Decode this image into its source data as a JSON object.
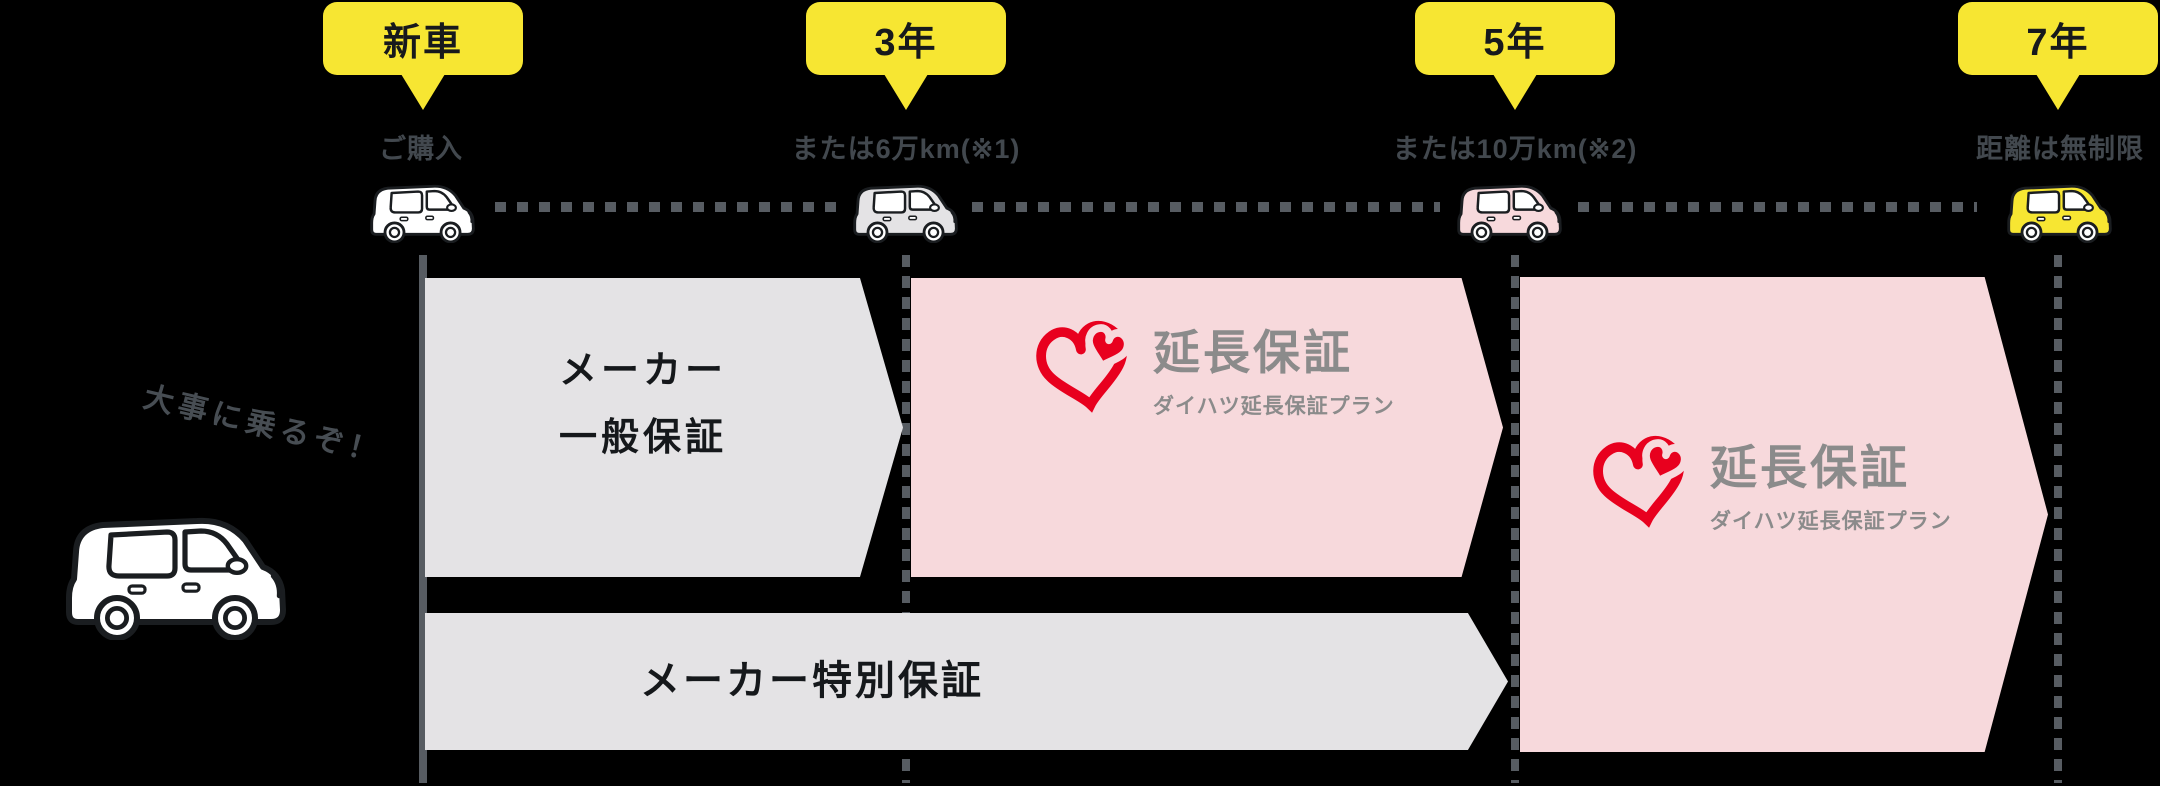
{
  "milestones": [
    {
      "bubble": "新車",
      "note": "ご購入",
      "car_color_name": "white",
      "car_fill": "#FFFFFF"
    },
    {
      "bubble": "3年",
      "note": "または6万km(※1)",
      "car_color_name": "light-gray",
      "car_fill": "#E4E3E5"
    },
    {
      "bubble": "5年",
      "note": "または10万km(※2)",
      "car_color_name": "pink",
      "car_fill": "#F7D9DC"
    },
    {
      "bubble": "7年",
      "note": "距離は無制限",
      "car_color_name": "yellow",
      "car_fill": "#F7E632"
    }
  ],
  "bands": {
    "maker_general_line1": "メーカー",
    "maker_general_line2": "一般保証",
    "maker_special": "メーカー特別保証"
  },
  "extended_logo": {
    "title": "延長保証",
    "subtitle": "ダイハツ延長保証プラン"
  },
  "speech": "大事に乗るぞ！",
  "colors": {
    "background": "#000000",
    "bubble_yellow": "#F7E632",
    "band_gray": "#E4E3E5",
    "band_pink": "#F7D9DC",
    "line_gray": "#575C62",
    "text_dark": "#15181B",
    "note_gray": "#42484E",
    "logo_red": "#E8001E",
    "logo_gray": "#8B8B8B"
  }
}
